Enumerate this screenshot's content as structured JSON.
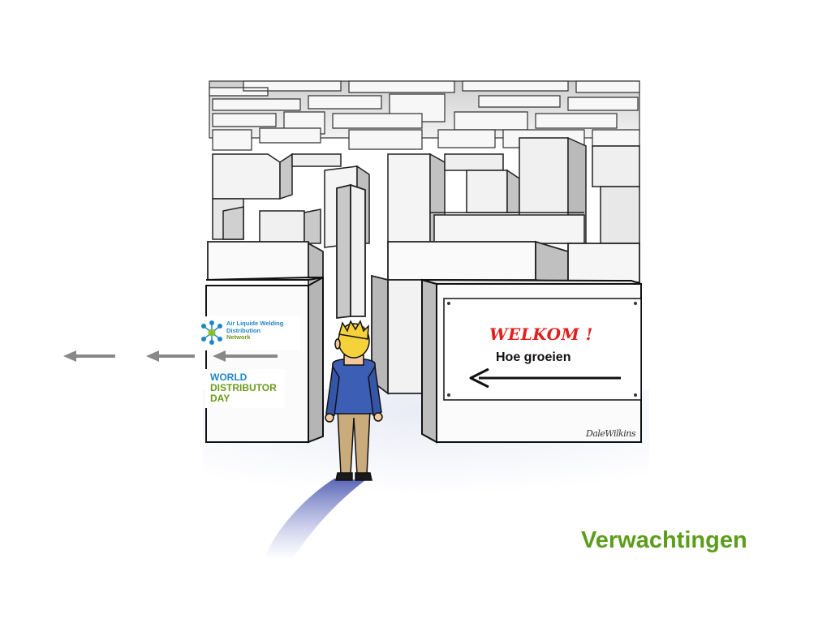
{
  "slide": {
    "title": "Verwachtingen",
    "title_color": "#5d9d1c"
  },
  "sign": {
    "line1": "WELKOM !",
    "line2": "Hoe groeien",
    "line1_color": "#e0201c"
  },
  "cartoon": {
    "signature": "DaleWilkins"
  },
  "logos": {
    "network": {
      "line1": "Air Liquide Welding",
      "line2": "Distribution",
      "line3": "Network"
    },
    "distributor_day": {
      "line1": "WORLD",
      "line2": "DISTRIBUTOR",
      "line3": "DAY"
    }
  },
  "icons": [
    "maze-illustration",
    "arrow-left-icon",
    "network-logo-icon"
  ]
}
